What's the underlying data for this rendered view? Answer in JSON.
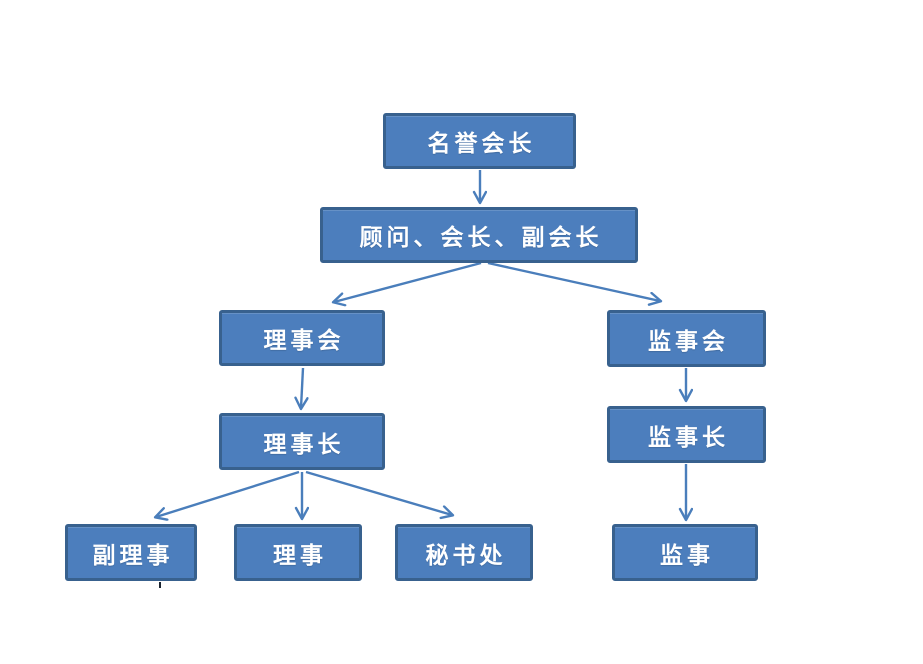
{
  "diagram": {
    "type": "org-chart",
    "language": "zh-CN",
    "colors": {
      "box_fill": "#4C7EBD",
      "box_border": "#38618E",
      "arrow": "#4A7EBB",
      "label_text": "#FFFFFF",
      "background": "#FFFFFF"
    },
    "nodes": {
      "honorary_president": {
        "label": "名誉会长"
      },
      "advisors_presidents": {
        "label": "顾问、会长、副会长"
      },
      "board_of_directors": {
        "label": "理事会"
      },
      "chairman": {
        "label": "理事长"
      },
      "vice_director": {
        "label": "副理事"
      },
      "director": {
        "label": "理事"
      },
      "secretariat": {
        "label": "秘书处"
      },
      "supervisory_board": {
        "label": "监事会"
      },
      "chief_supervisor": {
        "label": "监事长"
      },
      "supervisor": {
        "label": "监事"
      }
    },
    "edges": [
      {
        "from": "honorary_president",
        "to": "advisors_presidents"
      },
      {
        "from": "advisors_presidents",
        "to": "board_of_directors"
      },
      {
        "from": "advisors_presidents",
        "to": "supervisory_board"
      },
      {
        "from": "board_of_directors",
        "to": "chairman"
      },
      {
        "from": "chairman",
        "to": "vice_director"
      },
      {
        "from": "chairman",
        "to": "director"
      },
      {
        "from": "chairman",
        "to": "secretariat"
      },
      {
        "from": "supervisory_board",
        "to": "chief_supervisor"
      },
      {
        "from": "chief_supervisor",
        "to": "supervisor"
      }
    ]
  }
}
